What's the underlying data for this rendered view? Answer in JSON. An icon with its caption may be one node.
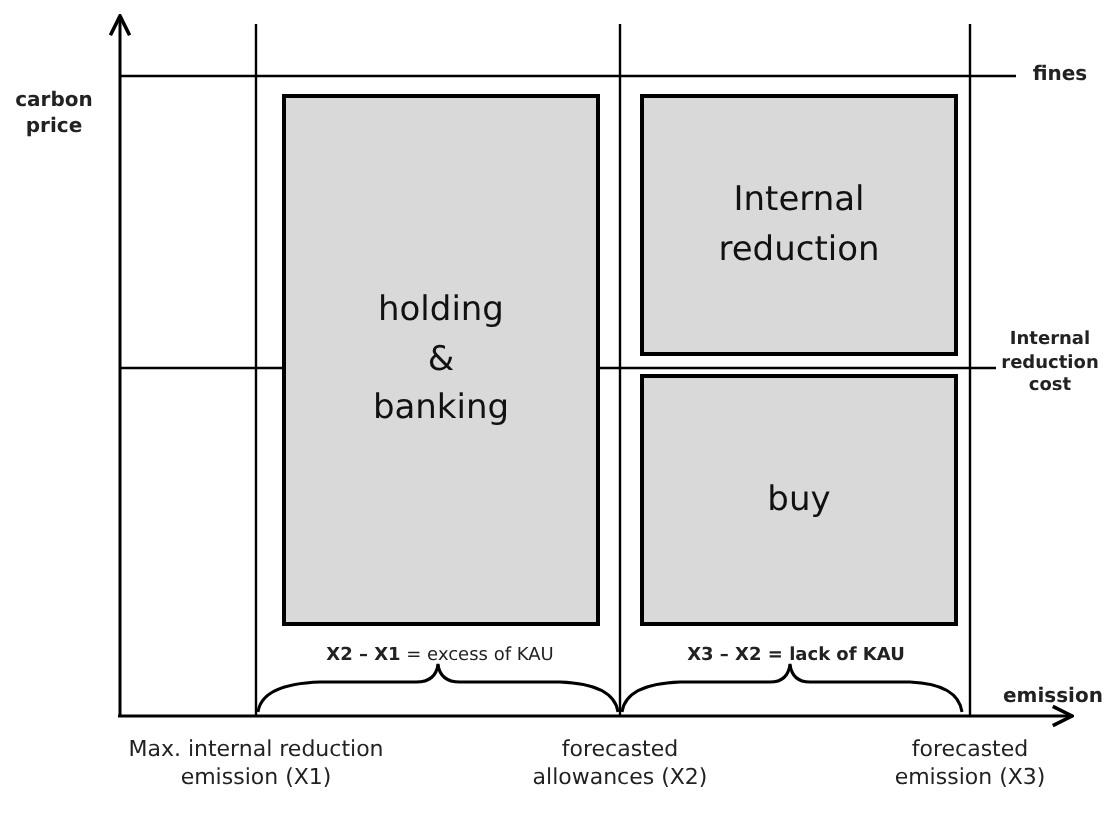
{
  "diagram": {
    "nodes": [
      {
        "text": [
          "holding & banking"
        ]
      },
      {
        "text": [
          "Internal reduction"
        ]
      },
      {
        "text": [
          "buy"
        ]
      }
    ],
    "labels": [
      "carbon price",
      "fines",
      "Internal reduction cost",
      "**X2 – X1** = excess of KAU",
      "X3 – X2 = lack of KAU",
      "emission",
      "Max. internal reduction emission (X1)",
      "forecasted allowances (X2)",
      "forecasted emission (X3)"
    ]
  }
}
